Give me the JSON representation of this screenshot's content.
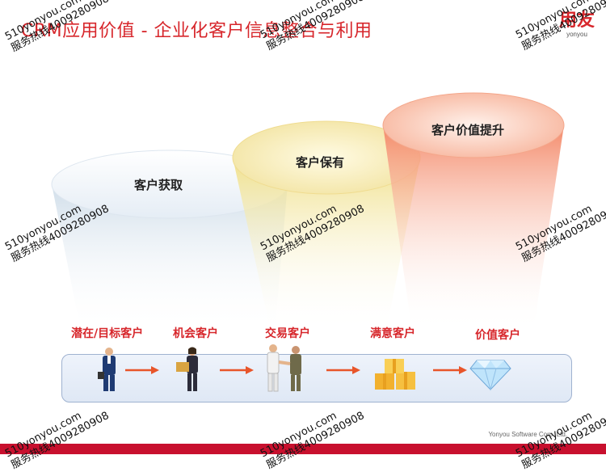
{
  "title": "CRM应用价值 - 企业化客户信息整合与利用",
  "logo": {
    "name": "用友",
    "sub": "yonyou"
  },
  "cups": [
    {
      "label": "客户获取"
    },
    {
      "label": "客户保有"
    },
    {
      "label": "客户价值提升"
    }
  ],
  "stages": [
    "潜在/目标客户",
    "机会客户",
    "交易客户",
    "满意客户",
    "价值客户"
  ],
  "footer": "Yonyou Software Corp. Ltd.",
  "watermark": {
    "line1": "510yonyou.com",
    "line2": "服务热线4009280908"
  },
  "colors": {
    "accent": "#d7262b",
    "footer_bar": "#c8102e"
  }
}
